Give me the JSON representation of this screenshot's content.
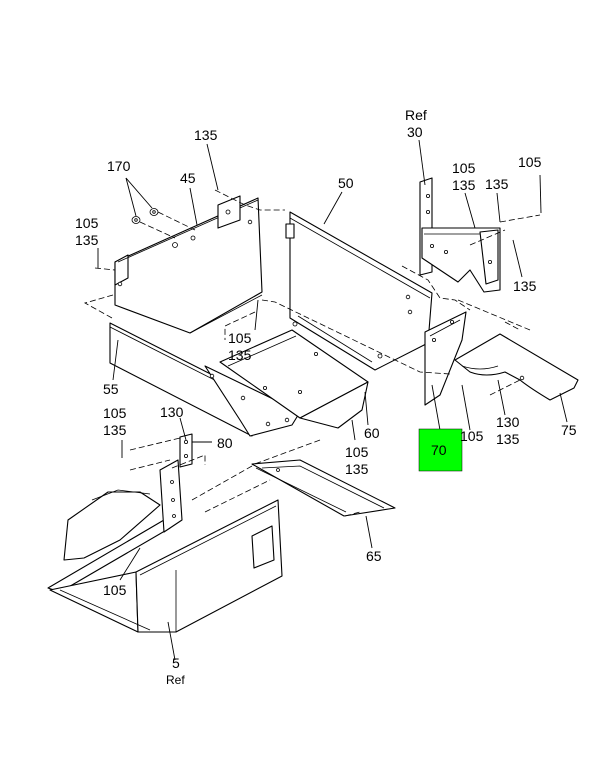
{
  "callouts": {
    "ref30_ref": "Ref",
    "ref30_num": "30",
    "c135_top": "135",
    "c170": "170",
    "c45": "45",
    "c50": "50",
    "c105_left_a": "105",
    "c135_left_a": "135",
    "c105_mid": "105",
    "c135_mid": "135",
    "c105_right_a": "105",
    "c135_right_a": "135",
    "c135_right_b": "135",
    "c105_right_b": "105",
    "c135_right_c": "135",
    "c55": "55",
    "c105_left_b": "105",
    "c135_left_b": "135",
    "c130_left": "130",
    "c80": "80",
    "c60": "60",
    "c105_b60": "105",
    "c135_b60": "135",
    "c70": "70",
    "c105_near70": "105",
    "c130_right": "130",
    "c135_right_d": "135",
    "c75": "75",
    "c65": "65",
    "c105_bottom": "105",
    "ref5_num": "5",
    "ref5_ref": "Ref"
  },
  "highlight": {
    "color": "#00ff00",
    "callout": "70"
  }
}
